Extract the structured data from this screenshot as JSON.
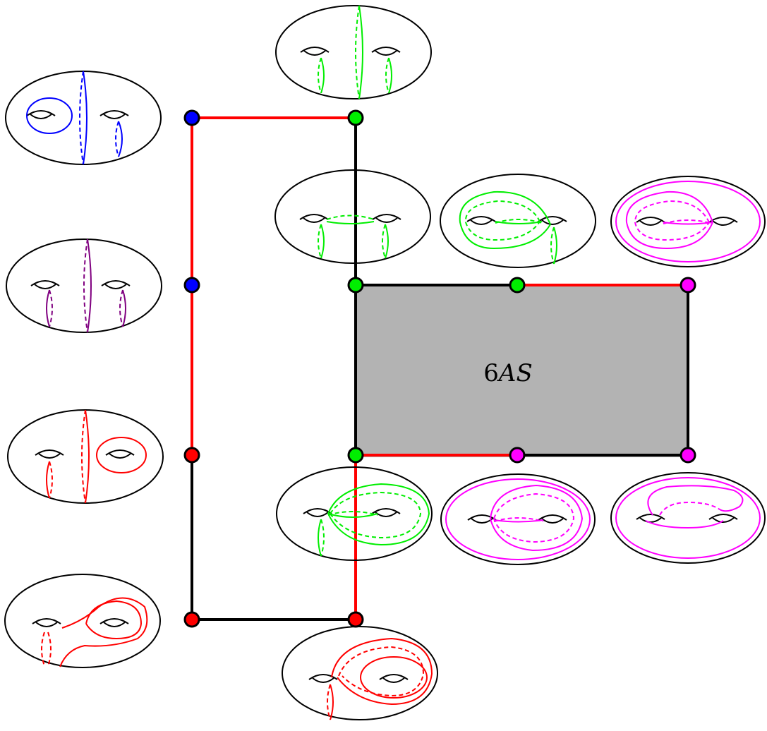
{
  "face": {
    "label_number": "6",
    "label_italic": "AS",
    "fill_color": "#b3b3b3"
  },
  "colors": {
    "blue": "#0000ff",
    "green": "#00ee00",
    "red": "#ff0000",
    "purple": "#800080",
    "magenta": "#ff00ff",
    "black": "#000000"
  },
  "vertices": [
    {
      "name": "vertex-blue-top",
      "color": "blue"
    },
    {
      "name": "vertex-blue-mid",
      "color": "blue"
    },
    {
      "name": "vertex-red-left",
      "color": "red"
    },
    {
      "name": "vertex-red-bottom-left",
      "color": "red"
    },
    {
      "name": "vertex-red-bottom-right",
      "color": "red"
    },
    {
      "name": "vertex-green-top",
      "color": "green"
    },
    {
      "name": "vertex-green-square-tl",
      "color": "green"
    },
    {
      "name": "vertex-green-square-tm",
      "color": "green"
    },
    {
      "name": "vertex-magenta-square-tr",
      "color": "magenta"
    },
    {
      "name": "vertex-green-square-bl",
      "color": "green"
    },
    {
      "name": "vertex-magenta-square-bm",
      "color": "magenta"
    },
    {
      "name": "vertex-magenta-square-br",
      "color": "magenta"
    }
  ],
  "surfaces": [
    {
      "name": "surface-blue-separating",
      "color": "blue"
    },
    {
      "name": "surface-purple-three-curves",
      "color": "purple"
    },
    {
      "name": "surface-red-separating",
      "color": "red"
    },
    {
      "name": "surface-red-looping",
      "color": "red"
    },
    {
      "name": "surface-green-top",
      "color": "green"
    },
    {
      "name": "surface-green-square-tl",
      "color": "green"
    },
    {
      "name": "surface-green-square-tm",
      "color": "green"
    },
    {
      "name": "surface-magenta-square-tr",
      "color": "magenta"
    },
    {
      "name": "surface-green-square-bl",
      "color": "green"
    },
    {
      "name": "surface-magenta-square-bm",
      "color": "magenta"
    },
    {
      "name": "surface-magenta-square-br",
      "color": "magenta"
    },
    {
      "name": "surface-red-bottom",
      "color": "red"
    }
  ]
}
